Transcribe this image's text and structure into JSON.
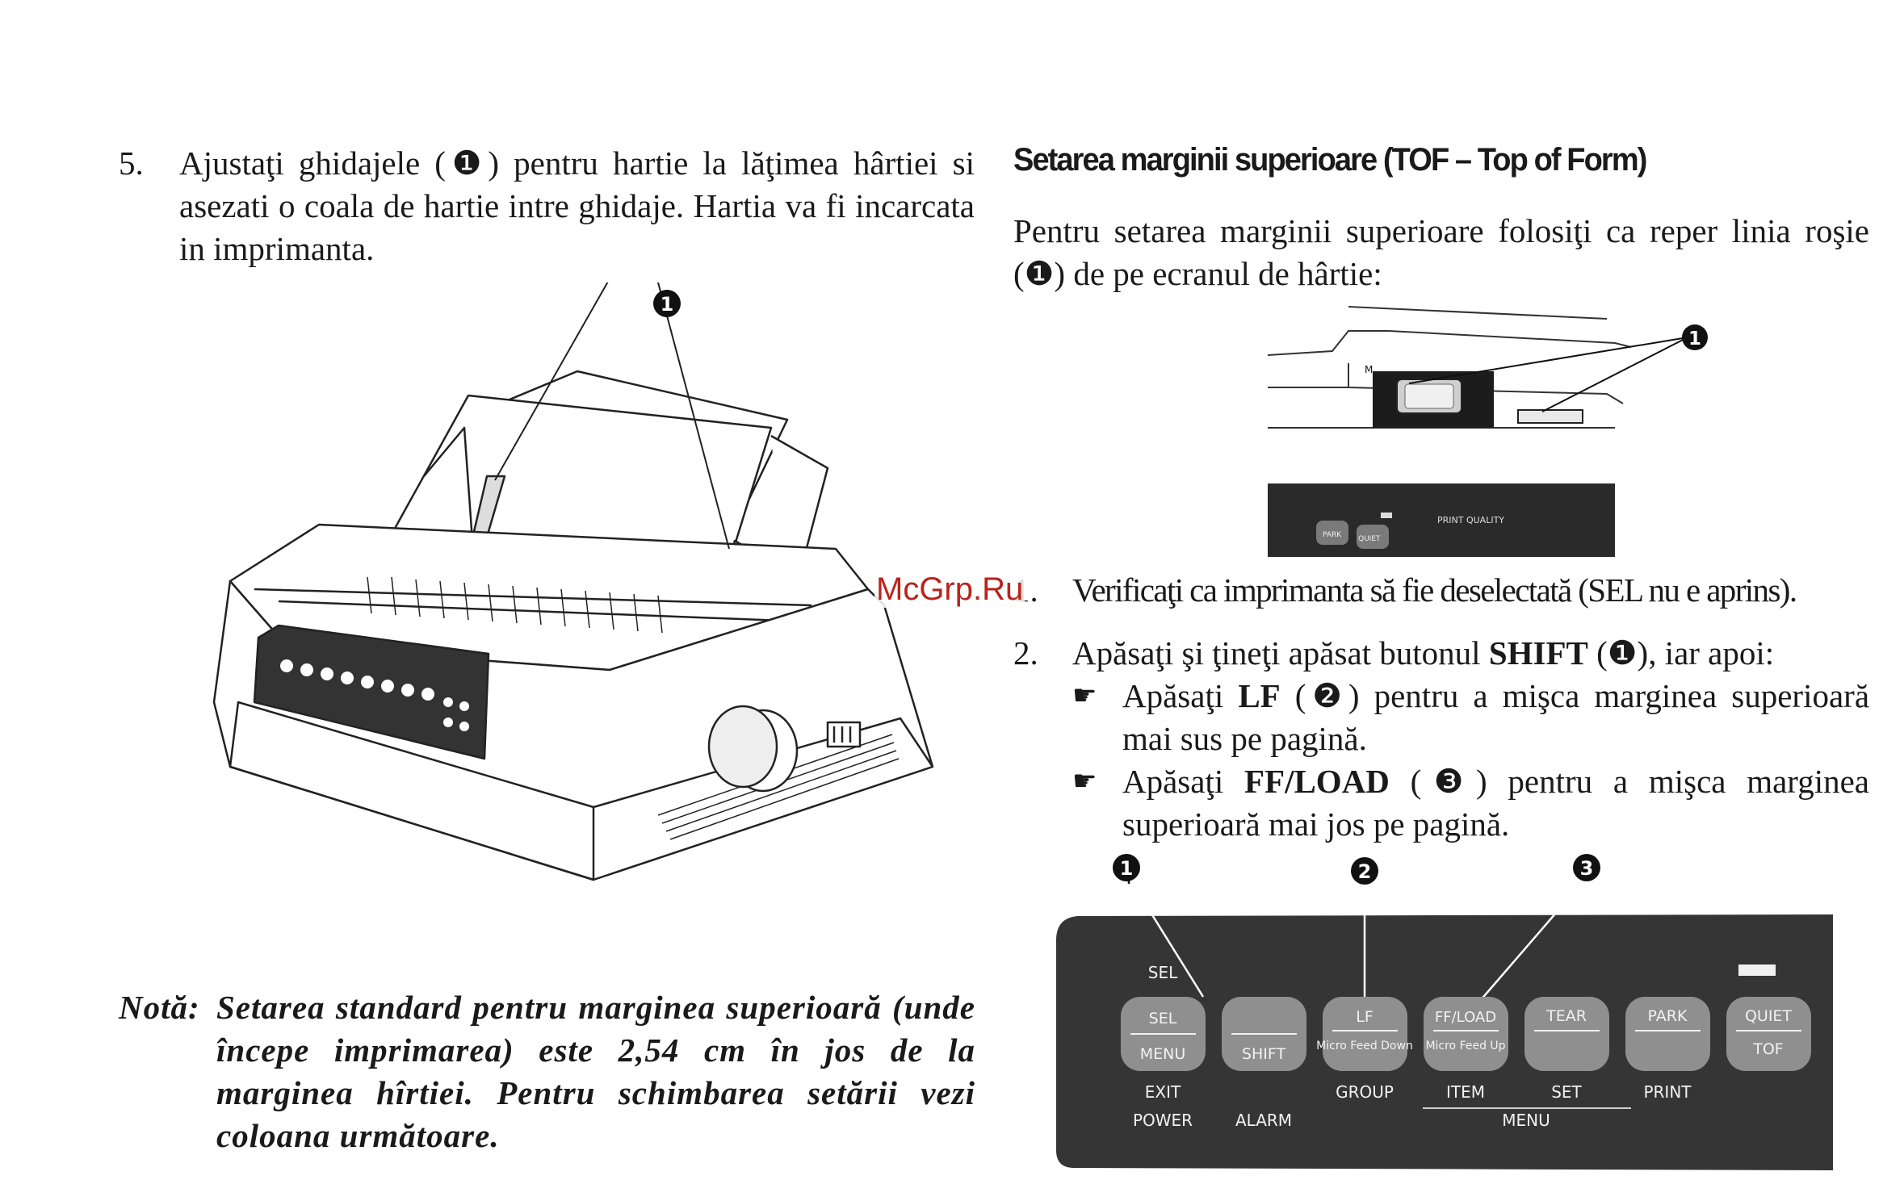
{
  "left_column": {
    "step5": {
      "number": "5.",
      "text": "Ajustaţi ghidajele (❶) pentru hartie la lăţimea hârtiei si asezati o coala de hartie intre ghidaje. Hartia va fi incarcata in imprimanta."
    },
    "figure_callout": "1",
    "note": {
      "label": "Notă:",
      "text": "Setarea standard pentru marginea superioară (unde începe imprimarea) este 2,54 cm în jos de la marginea hîrtiei. Pentru schimbarea setării vezi coloana următoare."
    }
  },
  "right_column": {
    "heading": "Setarea marginii superioare (TOF – Top of Form)",
    "intro": "Pentru setarea marginii superioare folosiţi ca reper linia roşie (❶) de pe ecranul de hârtie:",
    "paper_figure": {
      "callout": "1",
      "label_print_quality": "PRINT QUALITY",
      "label_park": "PARK",
      "label_quiet": "QUIET",
      "label_m": "M"
    },
    "step1": {
      "number": "1.",
      "text": "Verificaţi ca imprimanta să fie deselectată (SEL nu e aprins)."
    },
    "step2": {
      "number": "2.",
      "text_before": "Apăsaţi şi ţineţi apăsat butonul ",
      "key": "SHIFT",
      "text_after": " (❶), iar apoi:"
    },
    "bullets": [
      {
        "icon": "pointing-hand-icon",
        "prefix": "Apăsaţi ",
        "key": "LF",
        "mark": " (❷)",
        "suffix": " pentru a mişca marginea superioară mai sus pe pagină."
      },
      {
        "icon": "pointing-hand-icon",
        "prefix": "Apăsaţi ",
        "key": "FF/LOAD",
        "mark": " (❸)",
        "suffix": " pentru a mişca marginea superioară mai jos pe pagină."
      }
    ],
    "panel": {
      "callouts": [
        "1",
        "2",
        "3"
      ],
      "sel_indicator": "SEL",
      "buttons": [
        {
          "top": "SEL",
          "bottom": "MENU",
          "below": "EXIT",
          "below2": "POWER"
        },
        {
          "top": "",
          "bottom": "SHIFT",
          "below": "",
          "below2": "ALARM"
        },
        {
          "top": "LF",
          "bottom": "Micro Feed Down",
          "below": "GROUP",
          "below2": ""
        },
        {
          "top": "FF/LOAD",
          "bottom": "Micro Feed Up",
          "below": "ITEM",
          "below2": ""
        },
        {
          "top": "TEAR",
          "bottom": "",
          "below": "SET",
          "below2": ""
        },
        {
          "top": "PARK",
          "bottom": "",
          "below": "PRINT",
          "below2": ""
        },
        {
          "top": "QUIET",
          "bottom": "TOF",
          "below": "",
          "below2": ""
        }
      ],
      "menu_label": "MENU"
    }
  },
  "watermark": "McGrp.Ru",
  "colors": {
    "panel_bg": "#353535",
    "button_bg": "#8f8f8f",
    "text": "#1a1a1a",
    "watermark": "#b8241c"
  }
}
